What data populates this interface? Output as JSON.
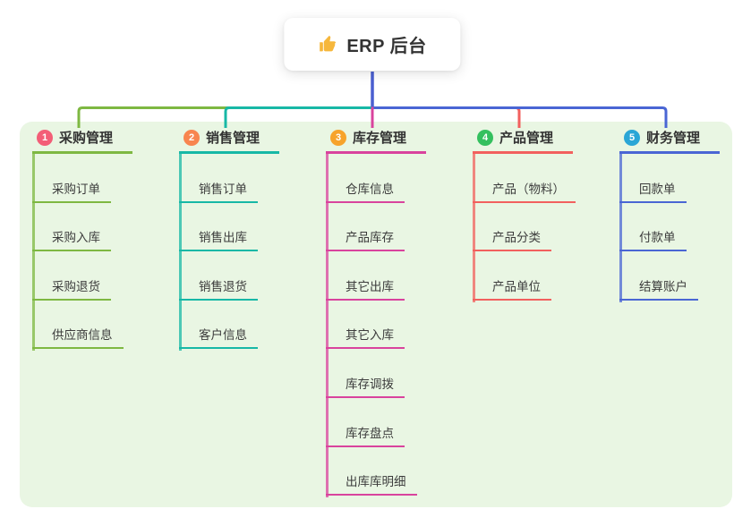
{
  "root": {
    "icon": "thumbs-up-icon",
    "title": "ERP 后台"
  },
  "panel": {
    "bg_color": "#e9f6e3"
  },
  "stem_color": "#4a5fd0",
  "icon_color": "#f6b73c",
  "branches": [
    {
      "label": "采购管理",
      "badge": "1",
      "badge_color": "#f35e77",
      "line_color": "#7eb842",
      "children": [
        "采购订单",
        "采购入库",
        "采购退货",
        "供应商信息"
      ]
    },
    {
      "label": "销售管理",
      "badge": "2",
      "badge_color": "#f8854f",
      "line_color": "#17b8a6",
      "children": [
        "销售订单",
        "销售出库",
        "销售退货",
        "客户信息"
      ]
    },
    {
      "label": "库存管理",
      "badge": "3",
      "badge_color": "#f7a32b",
      "line_color": "#d9439d",
      "children": [
        "仓库信息",
        "产品库存",
        "其它出库",
        "其它入库",
        "库存调拨",
        "库存盘点",
        "出库库明细"
      ]
    },
    {
      "label": "产品管理",
      "badge": "4",
      "badge_color": "#34c05e",
      "line_color": "#f2605e",
      "children": [
        "产品（物料）",
        "产品分类",
        "产品单位"
      ]
    },
    {
      "label": "财务管理",
      "badge": "5",
      "badge_color": "#2aa6d6",
      "line_color": "#4a66d4",
      "children": [
        "回款单",
        "付款单",
        "结算账户"
      ]
    }
  ]
}
